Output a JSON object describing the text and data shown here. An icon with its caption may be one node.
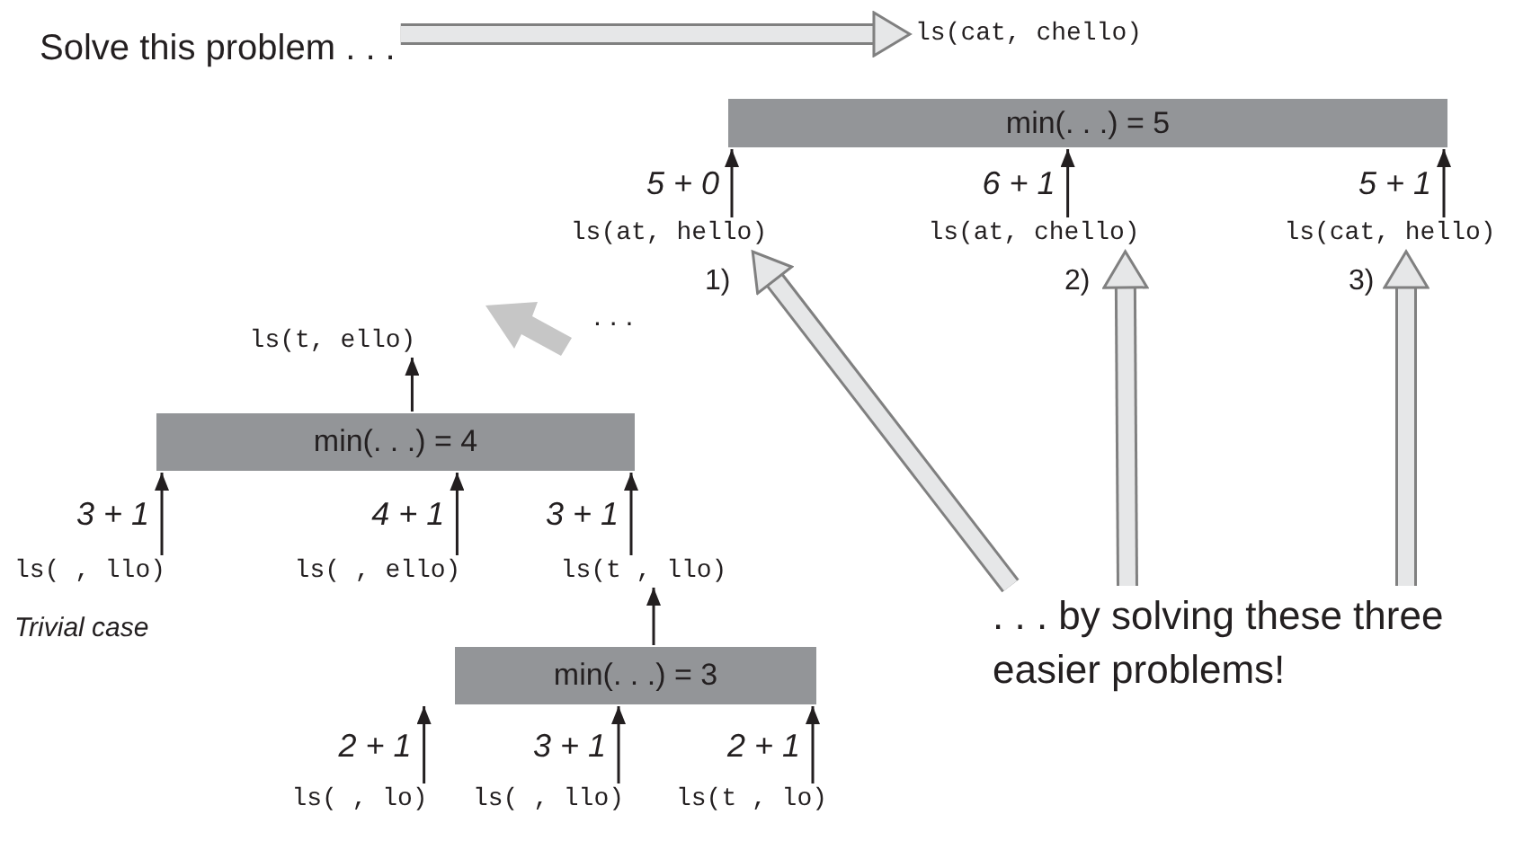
{
  "diagram": {
    "nodes": [
      {
        "text": [
          "Solve this problem . . ."
        ]
      },
      {
        "text": [
          "ls(cat, chello)"
        ]
      },
      {
        "text": [
          "min(. . .) = 5"
        ]
      },
      {
        "text": [
          "ls(at, hello)"
        ],
        "beside": [
          "1)"
        ]
      },
      {
        "text": [
          "ls(at, chello)"
        ],
        "beside": [
          "2)"
        ]
      },
      {
        "text": [
          "ls(cat, hello)"
        ],
        "beside": [
          "3)"
        ]
      },
      {
        "text": [
          "ls(t, ello)"
        ]
      },
      {
        "text": [
          "min(. . .) = 4"
        ]
      },
      {
        "text": [
          "ls( , llo)"
        ],
        "beside": [
          "Trivial case"
        ]
      },
      {
        "text": [
          "ls( , ello)"
        ]
      },
      {
        "text": [
          "ls(t , llo)"
        ]
      },
      {
        "text": [
          "min(. . .) = 3"
        ]
      },
      {
        "text": [
          "ls( , lo)"
        ]
      },
      {
        "text": [
          "ls( , llo)"
        ]
      },
      {
        "text": [
          "ls(t , lo)"
        ]
      },
      {
        "text": [
          ". . . by solving these three easier problems!"
        ]
      }
    ],
    "edges": [
      {
        "from": 0,
        "to": 1,
        "arrow": "to",
        "style": "thick",
        "color": "#808080"
      },
      {
        "from": 3,
        "to": 2,
        "arrow": "to",
        "label": "5 + 0"
      },
      {
        "from": 4,
        "to": 2,
        "arrow": "to",
        "label": "6 + 1"
      },
      {
        "from": 5,
        "to": 2,
        "arrow": "to",
        "label": "5 + 1"
      },
      {
        "from": 7,
        "to": 6,
        "arrow": "to"
      },
      {
        "from": 8,
        "to": 7,
        "arrow": "to",
        "label": "3 + 1"
      },
      {
        "from": 9,
        "to": 7,
        "arrow": "to",
        "label": "4 + 1"
      },
      {
        "from": 10,
        "to": 7,
        "arrow": "to",
        "label": "3 + 1"
      },
      {
        "from": 11,
        "to": 10,
        "arrow": "to"
      },
      {
        "from": 12,
        "to": 11,
        "arrow": "to",
        "label": "2 + 1"
      },
      {
        "from": 13,
        "to": 11,
        "arrow": "to",
        "label": "3 + 1"
      },
      {
        "from": 14,
        "to": 11,
        "arrow": "to",
        "label": "2 + 1"
      },
      {
        "from": 15,
        "to": 3,
        "arrow": "to",
        "style": "thick",
        "color": "#808080"
      },
      {
        "from": 15,
        "to": 4,
        "arrow": "to",
        "style": "thick",
        "color": "#808080"
      },
      {
        "from": 15,
        "to": 5,
        "arrow": "to",
        "style": "thick",
        "color": "#808080"
      }
    ],
    "labels": [
      ". . ."
    ]
  }
}
